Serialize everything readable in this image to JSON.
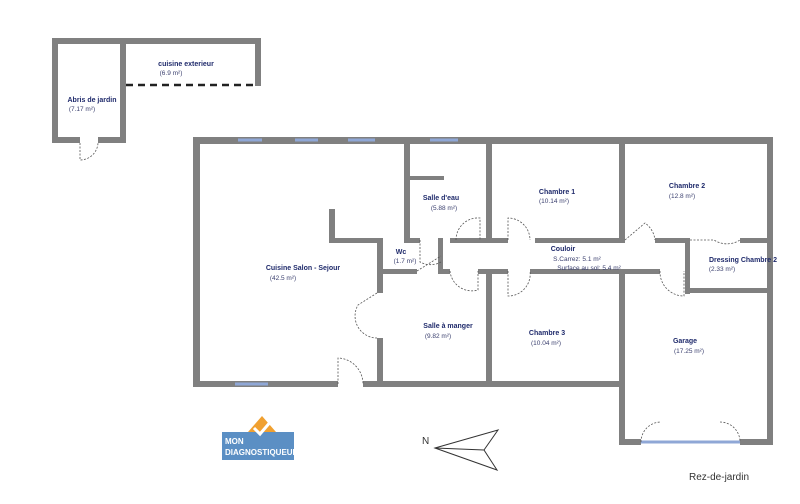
{
  "rooms": {
    "abris": {
      "name": "Abris de jardin",
      "area": "(7.17 m²)"
    },
    "cuisine_ext": {
      "name": "cuisine exterieur",
      "area": "(6.9 m²)"
    },
    "salle_eau": {
      "name": "Salle d'eau",
      "area": "(5.88 m²)"
    },
    "chambre1": {
      "name": "Chambre 1",
      "area": "(10.14 m²)"
    },
    "chambre2": {
      "name": "Chambre 2",
      "area": "(12.8 m²)"
    },
    "dressing": {
      "name": "Dressing Chambre 2",
      "area": "(2.33 m²)"
    },
    "wc": {
      "name": "Wc",
      "area": "(1.7 m²)"
    },
    "couloir": {
      "name": "Couloir",
      "carrez": "S.Carrez: 5.1 m²",
      "sol": "Surface au sol: 5.4 m²"
    },
    "cuisine_salon": {
      "name": "Cuisine Salon - Sejour",
      "area": "(42.5 m²)"
    },
    "salle_manger": {
      "name": "Salle à manger",
      "area": "(9.82 m²)"
    },
    "chambre3": {
      "name": "Chambre 3",
      "area": "(10.04 m²)"
    },
    "garage": {
      "name": "Garage",
      "area": "(17.25 m²)"
    }
  },
  "compass": {
    "label": "N"
  },
  "logo": {
    "line1": "MON",
    "line2": "DIAGNOSTIQUEUR",
    "color": "#5b8fc4",
    "accent": "#f0a030"
  },
  "footer": {
    "level": "Rez-de-jardin"
  }
}
